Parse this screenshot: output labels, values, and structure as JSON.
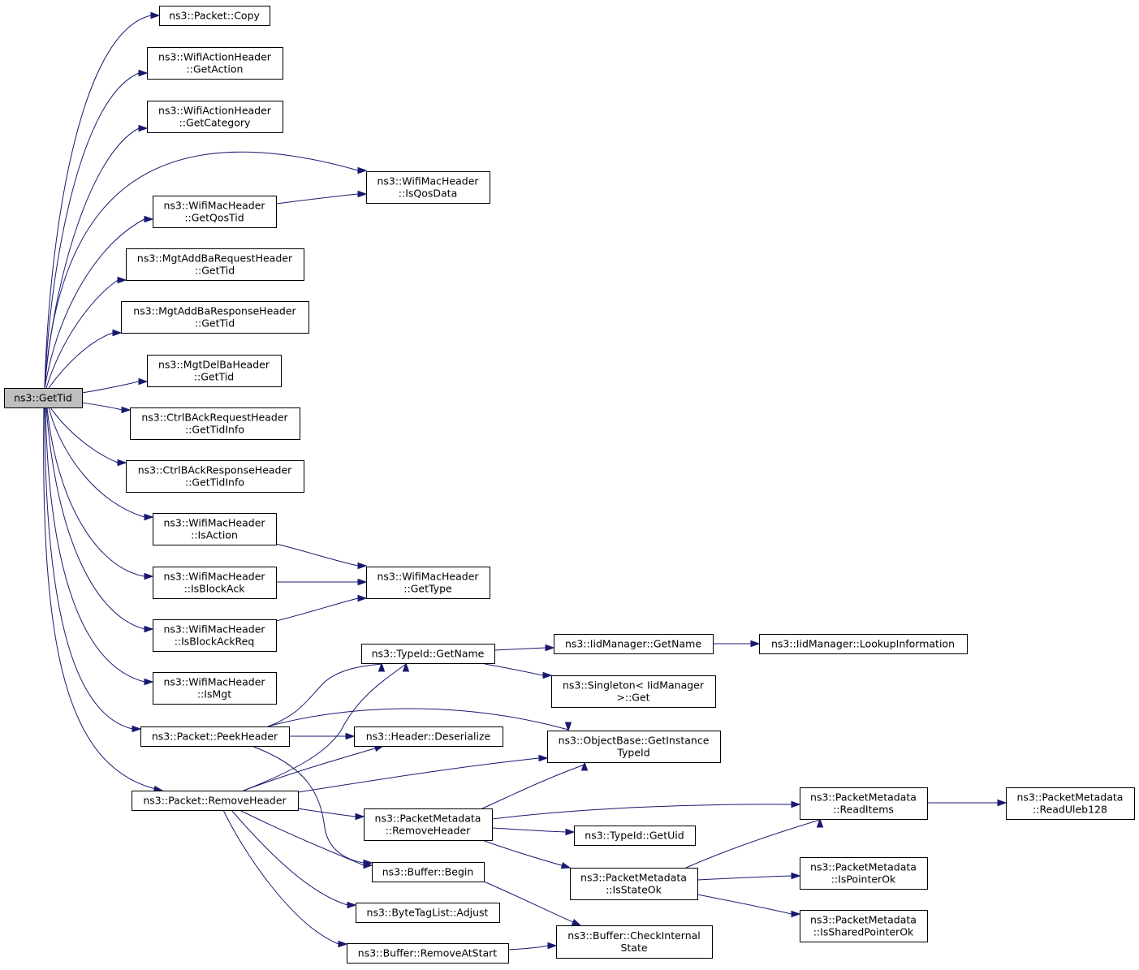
{
  "nodes": [
    {
      "id": "gettid",
      "lines": [
        "ns3::GetTid"
      ],
      "root": true
    },
    {
      "id": "packet_copy",
      "lines": [
        "ns3::Packet::Copy"
      ]
    },
    {
      "id": "action_getaction",
      "lines": [
        "ns3::WifiActionHeader",
        "::GetAction"
      ]
    },
    {
      "id": "action_getcategory",
      "lines": [
        "ns3::WifiActionHeader",
        "::GetCategory"
      ]
    },
    {
      "id": "mac_isqosdata",
      "lines": [
        "ns3::WifiMacHeader",
        "::IsQosData"
      ]
    },
    {
      "id": "mac_getqostid",
      "lines": [
        "ns3::WifiMacHeader",
        "::GetQosTid"
      ]
    },
    {
      "id": "addbareq_gettid",
      "lines": [
        "ns3::MgtAddBaRequestHeader",
        "::GetTid"
      ]
    },
    {
      "id": "addbaresp_gettid",
      "lines": [
        "ns3::MgtAddBaResponseHeader",
        "::GetTid"
      ]
    },
    {
      "id": "delba_gettid",
      "lines": [
        "ns3::MgtDelBaHeader",
        "::GetTid"
      ]
    },
    {
      "id": "backreq_gettidinfo",
      "lines": [
        "ns3::CtrlBAckRequestHeader",
        "::GetTidInfo"
      ]
    },
    {
      "id": "backresp_gettidinfo",
      "lines": [
        "ns3::CtrlBAckResponseHeader",
        "::GetTidInfo"
      ]
    },
    {
      "id": "mac_isaction",
      "lines": [
        "ns3::WifiMacHeader",
        "::IsAction"
      ]
    },
    {
      "id": "mac_gettype",
      "lines": [
        "ns3::WifiMacHeader",
        "::GetType"
      ]
    },
    {
      "id": "mac_isblockack",
      "lines": [
        "ns3::WifiMacHeader",
        "::IsBlockAck"
      ]
    },
    {
      "id": "mac_isblockackreq",
      "lines": [
        "ns3::WifiMacHeader",
        "::IsBlockAckReq"
      ]
    },
    {
      "id": "typeid_getname",
      "lines": [
        "ns3::TypeId::GetName"
      ]
    },
    {
      "id": "iid_getname",
      "lines": [
        "ns3::IidManager::GetName"
      ]
    },
    {
      "id": "iid_lookup",
      "lines": [
        "ns3::IidManager::LookupInformation"
      ]
    },
    {
      "id": "singleton_get",
      "lines": [
        "ns3::Singleton< IidManager",
        ">::Get"
      ]
    },
    {
      "id": "mac_ismgt",
      "lines": [
        "ns3::WifiMacHeader",
        "::IsMgt"
      ]
    },
    {
      "id": "packet_peekheader",
      "lines": [
        "ns3::Packet::PeekHeader"
      ]
    },
    {
      "id": "header_deserialize",
      "lines": [
        "ns3::Header::Deserialize"
      ]
    },
    {
      "id": "objectbase_getinstancetypeid",
      "lines": [
        "ns3::ObjectBase::GetInstance",
        "TypeId"
      ]
    },
    {
      "id": "packet_removeheader",
      "lines": [
        "ns3::Packet::RemoveHeader"
      ]
    },
    {
      "id": "pm_removeheader",
      "lines": [
        "ns3::PacketMetadata",
        "::RemoveHeader"
      ]
    },
    {
      "id": "pm_readitems",
      "lines": [
        "ns3::PacketMetadata",
        "::ReadItems"
      ]
    },
    {
      "id": "pm_readuleb128",
      "lines": [
        "ns3::PacketMetadata",
        "::ReadUleb128"
      ]
    },
    {
      "id": "typeid_getuid",
      "lines": [
        "ns3::TypeId::GetUid"
      ]
    },
    {
      "id": "buffer_begin",
      "lines": [
        "ns3::Buffer::Begin"
      ]
    },
    {
      "id": "pm_isstateok",
      "lines": [
        "ns3::PacketMetadata",
        "::IsStateOk"
      ]
    },
    {
      "id": "pm_ispointerok",
      "lines": [
        "ns3::PacketMetadata",
        "::IsPointerOk"
      ]
    },
    {
      "id": "bytetaglist_adjust",
      "lines": [
        "ns3::ByteTagList::Adjust"
      ]
    },
    {
      "id": "pm_issharedpointerok",
      "lines": [
        "ns3::PacketMetadata",
        "::IsSharedPointerOk"
      ]
    },
    {
      "id": "buffer_checkinternalstate",
      "lines": [
        "ns3::Buffer::CheckInternal",
        "State"
      ]
    },
    {
      "id": "buffer_removeatstart",
      "lines": [
        "ns3::Buffer::RemoveAtStart"
      ]
    }
  ],
  "edges": [
    [
      "gettid",
      "packet_copy"
    ],
    [
      "gettid",
      "action_getaction"
    ],
    [
      "gettid",
      "action_getcategory"
    ],
    [
      "gettid",
      "mac_isqosdata"
    ],
    [
      "gettid",
      "mac_getqostid"
    ],
    [
      "mac_getqostid",
      "mac_isqosdata"
    ],
    [
      "gettid",
      "addbareq_gettid"
    ],
    [
      "gettid",
      "addbaresp_gettid"
    ],
    [
      "gettid",
      "delba_gettid"
    ],
    [
      "gettid",
      "backreq_gettidinfo"
    ],
    [
      "gettid",
      "backresp_gettidinfo"
    ],
    [
      "gettid",
      "mac_isaction"
    ],
    [
      "mac_isaction",
      "mac_gettype"
    ],
    [
      "gettid",
      "mac_isblockack"
    ],
    [
      "mac_isblockack",
      "mac_gettype"
    ],
    [
      "gettid",
      "mac_isblockackreq"
    ],
    [
      "mac_isblockackreq",
      "mac_gettype"
    ],
    [
      "gettid",
      "mac_ismgt"
    ],
    [
      "gettid",
      "packet_peekheader"
    ],
    [
      "gettid",
      "packet_removeheader"
    ],
    [
      "typeid_getname",
      "iid_getname"
    ],
    [
      "iid_getname",
      "iid_lookup"
    ],
    [
      "typeid_getname",
      "singleton_get"
    ],
    [
      "packet_peekheader",
      "typeid_getname"
    ],
    [
      "packet_peekheader",
      "objectbase_getinstancetypeid"
    ],
    [
      "packet_peekheader",
      "header_deserialize"
    ],
    [
      "packet_peekheader",
      "buffer_begin"
    ],
    [
      "packet_removeheader",
      "typeid_getname"
    ],
    [
      "packet_removeheader",
      "header_deserialize"
    ],
    [
      "packet_removeheader",
      "objectbase_getinstancetypeid"
    ],
    [
      "packet_removeheader",
      "pm_removeheader"
    ],
    [
      "packet_removeheader",
      "buffer_begin"
    ],
    [
      "packet_removeheader",
      "bytetaglist_adjust"
    ],
    [
      "packet_removeheader",
      "buffer_removeatstart"
    ],
    [
      "pm_removeheader",
      "objectbase_getinstancetypeid"
    ],
    [
      "pm_removeheader",
      "pm_readitems"
    ],
    [
      "pm_removeheader",
      "typeid_getuid"
    ],
    [
      "pm_removeheader",
      "pm_isstateok"
    ],
    [
      "pm_readitems",
      "pm_readuleb128"
    ],
    [
      "pm_isstateok",
      "pm_readitems"
    ],
    [
      "pm_isstateok",
      "pm_ispointerok"
    ],
    [
      "pm_isstateok",
      "pm_issharedpointerok"
    ],
    [
      "buffer_begin",
      "buffer_checkinternalstate"
    ],
    [
      "buffer_removeatstart",
      "buffer_checkinternalstate"
    ]
  ]
}
